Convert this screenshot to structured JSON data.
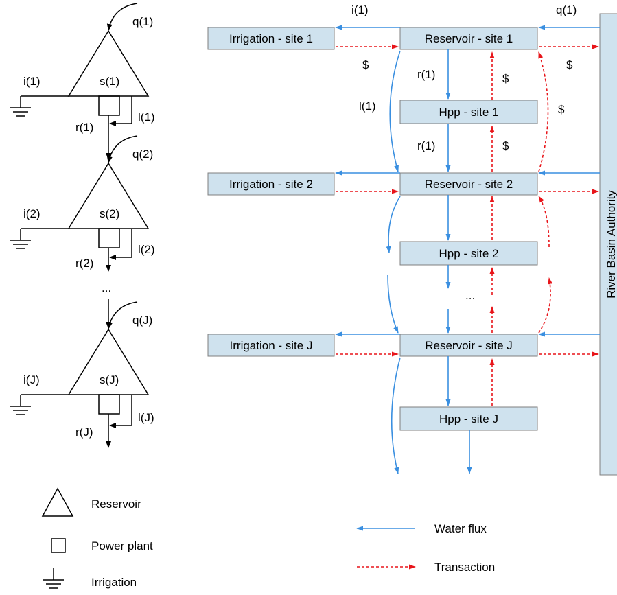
{
  "colors": {
    "water": "#3a8fe0",
    "transaction": "#e8151a",
    "box_fill": "#cfe2ee"
  },
  "left": {
    "q": [
      "q(1)",
      "q(2)",
      "q(J)"
    ],
    "s": [
      "s(1)",
      "s(2)",
      "s(J)"
    ],
    "i": [
      "i(1)",
      "i(2)",
      "i(J)"
    ],
    "l": [
      "l(1)",
      "l(2)",
      "l(J)"
    ],
    "r": [
      "r(1)",
      "r(2)",
      "r(J)"
    ],
    "ellipsis": "..."
  },
  "boxes": {
    "irrigation": [
      "Irrigation - site 1",
      "Irrigation - site 2",
      "Irrigation - site J"
    ],
    "reservoir": [
      "Reservoir - site 1",
      "Reservoir - site 2",
      "Reservoir - site J"
    ],
    "hpp": [
      "Hpp - site 1",
      "Hpp - site 2",
      "Hpp - site J"
    ],
    "authority": "River Basin Authority"
  },
  "right_labels": {
    "i1": "i(1)",
    "q1": "q(1)",
    "r1a": "r(1)",
    "r1b": "r(1)",
    "l1": "l(1)",
    "dollar": "$",
    "ellipsis": "..."
  },
  "legend": {
    "reservoir": "Reservoir",
    "power_plant": "Power plant",
    "irrigation": "Irrigation",
    "water_flux": "Water flux",
    "transaction": "Transaction"
  }
}
